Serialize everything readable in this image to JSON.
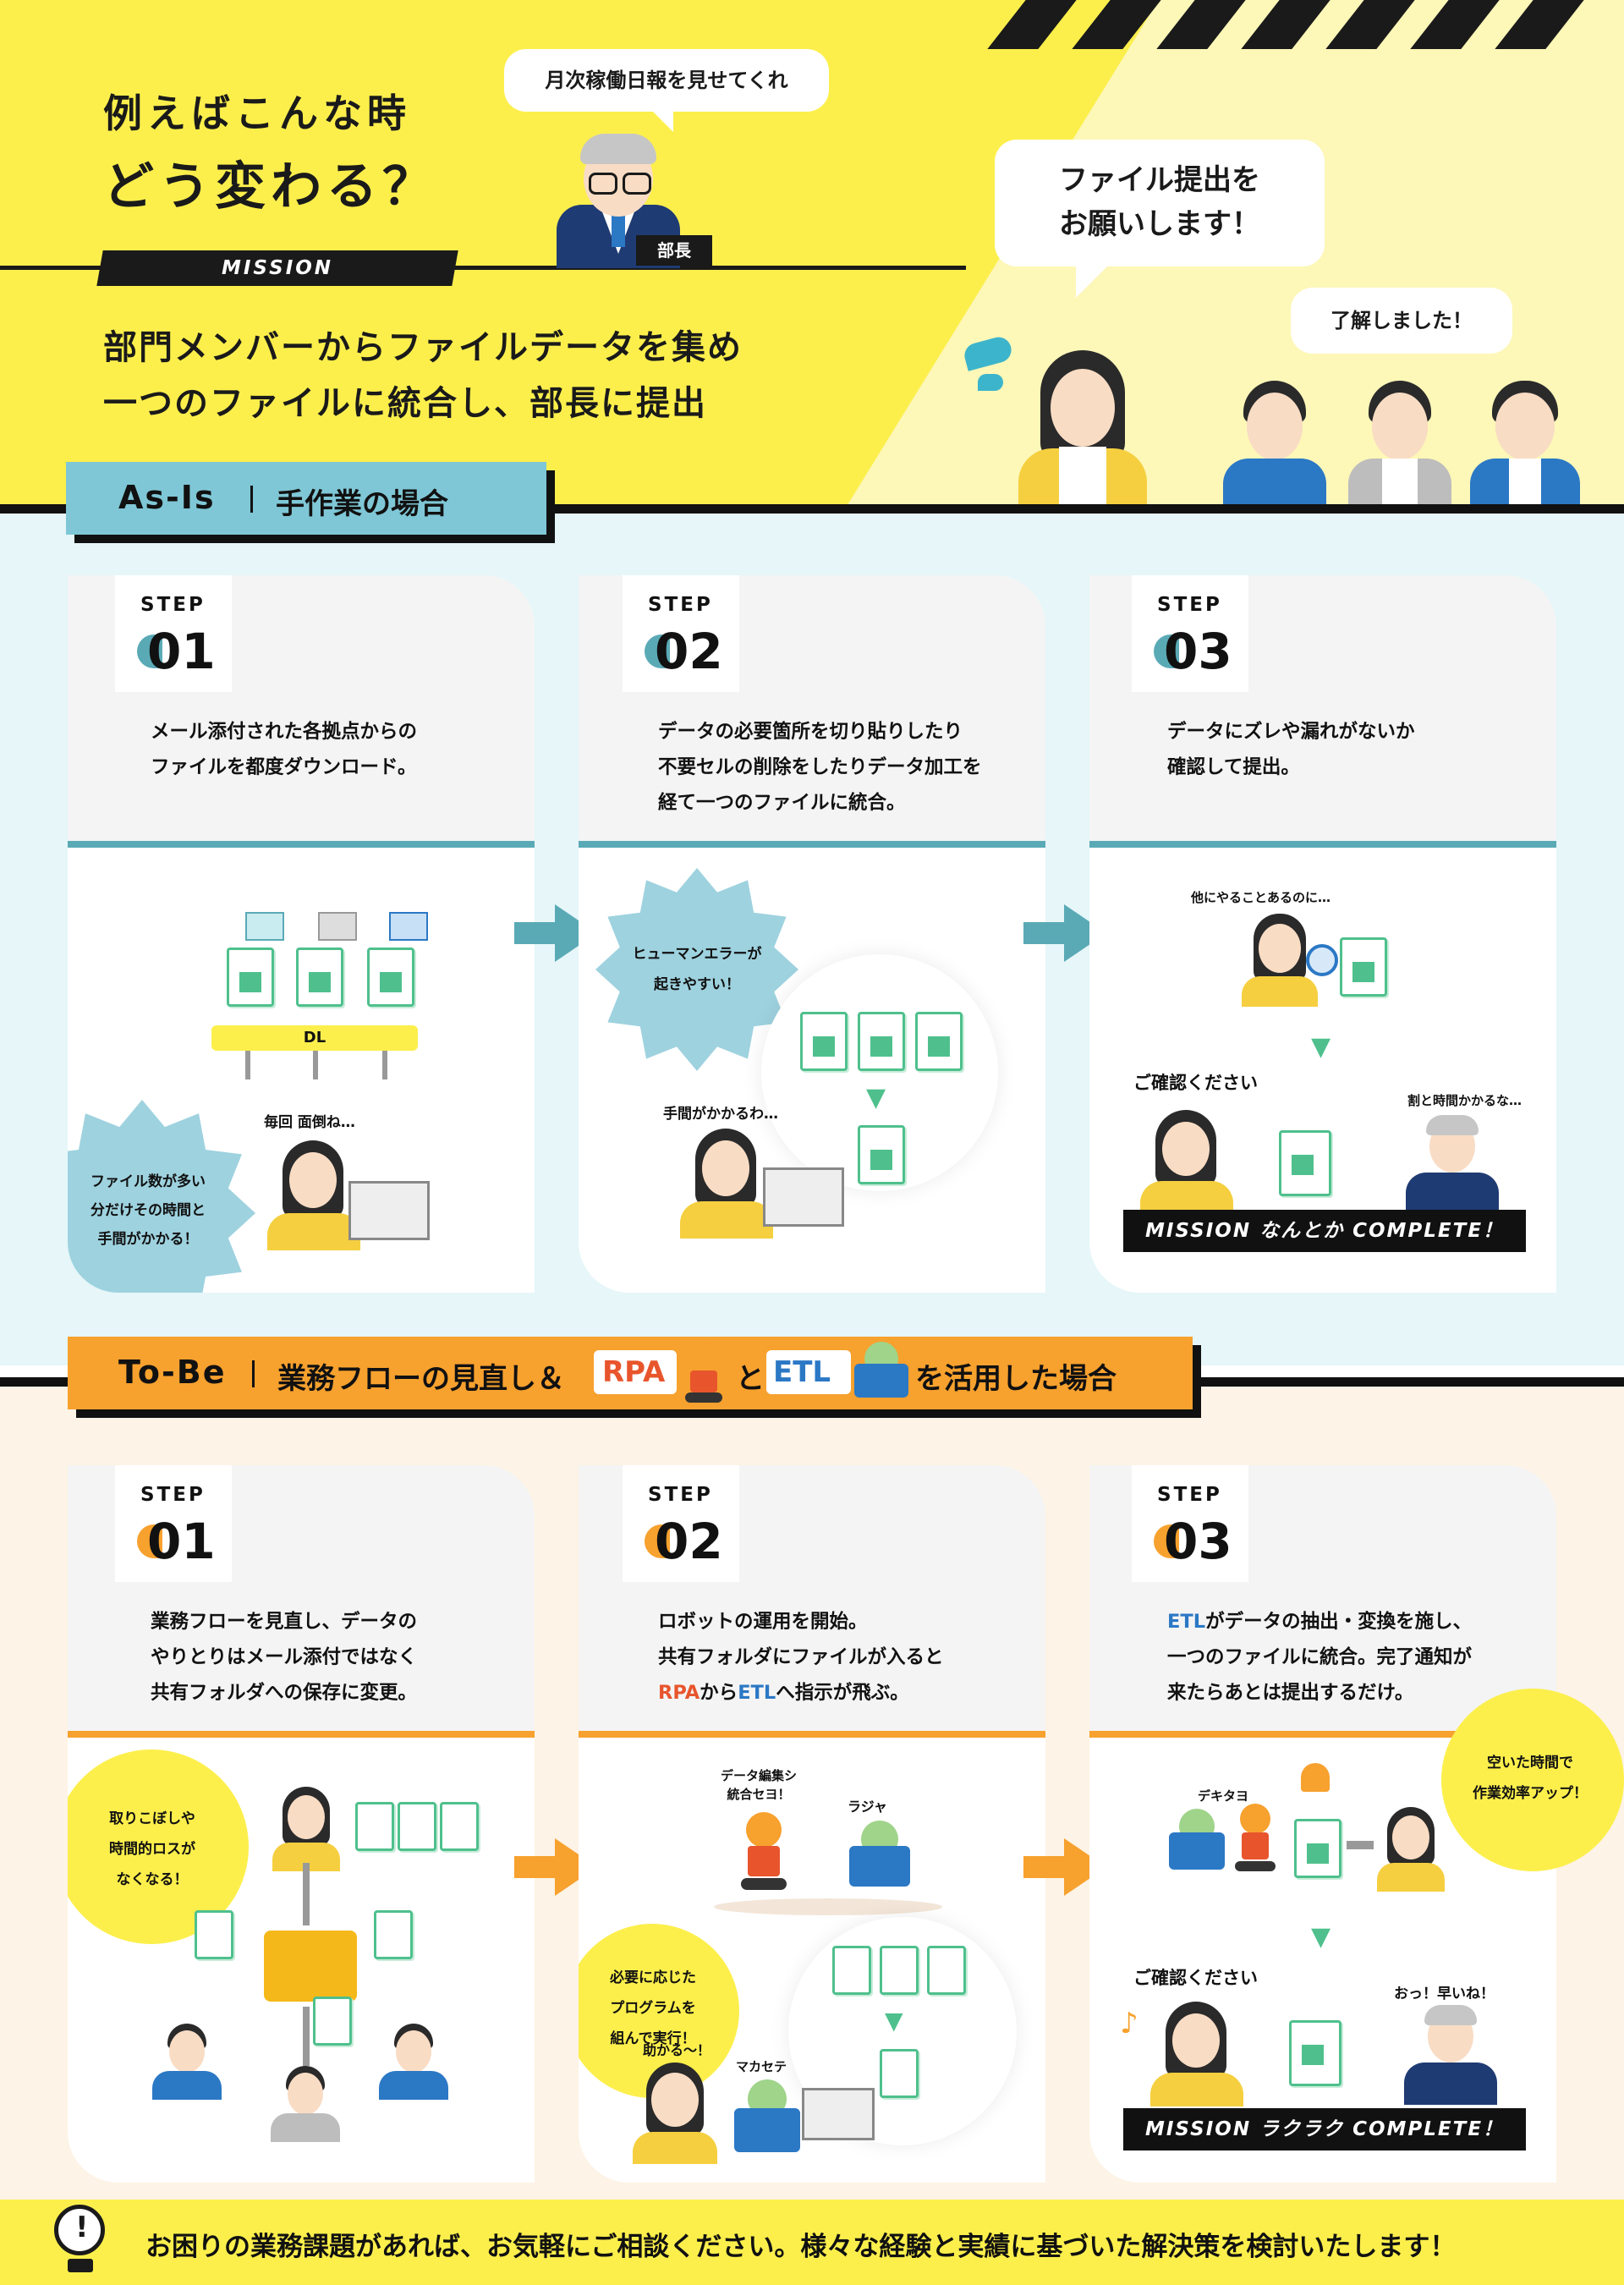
{
  "hero": {
    "title_line1": "例えばこんな時",
    "title_line2": "どう変わる？",
    "mission_label": "MISSION",
    "task_line1": "部門メンバーからファイルデータを集め",
    "task_line2": "一つのファイルに統合し、部長に提出",
    "bubble_boss": "月次稼働日報を見せてくれ",
    "boss_label": "部長",
    "bubble_request_line1": "ファイル提出を",
    "bubble_request_line2": "お願いします！",
    "bubble_reply": "了解しました！"
  },
  "asis": {
    "label": "As-Is",
    "sublabel": "手作業の場合",
    "color": "#7fc7d6",
    "accent": "#5aaab6",
    "steps": [
      {
        "step": "STEP",
        "num": "01",
        "desc": [
          "メール添付された各拠点からの",
          "ファイルを都度ダウンロード。"
        ],
        "dl": "DL",
        "note": "毎回 面倒ね…",
        "burst": [
          "ファイル数が多い",
          "分だけその時間と",
          "手間がかかる！"
        ]
      },
      {
        "step": "STEP",
        "num": "02",
        "desc": [
          "データの必要箇所を切り貼りしたり",
          "不要セルの削除をしたりデータ加工を",
          "経て一つのファイルに統合。"
        ],
        "burst": [
          "ヒューマンエラーが",
          "起きやすい！"
        ],
        "note": "手間がかかるわ…"
      },
      {
        "step": "STEP",
        "num": "03",
        "desc": [
          "データにズレや漏れがないか",
          "確認して提出。"
        ],
        "note_top": "他にやることあるのに…",
        "confirm": "ご確認ください",
        "boss_note": "割と時間かかるな…",
        "complete": "MISSION なんとか COMPLETE！"
      }
    ]
  },
  "tobe": {
    "label": "To-Be",
    "sublabel_pre": "業務フローの見直し＆",
    "rpa": "RPA",
    "to": "と",
    "etl": "ETL",
    "sublabel_post": "を活用した場合",
    "color": "#f7a12e",
    "rpa_color": "#e8552c",
    "etl_color": "#2b78c5",
    "steps": [
      {
        "step": "STEP",
        "num": "01",
        "desc": [
          "業務フローを見直し、データの",
          "やりとりはメール添付ではなく",
          "共有フォルダへの保存に変更。"
        ],
        "circle": [
          "取りこぼしや",
          "時間的ロスが",
          "なくなる！"
        ]
      },
      {
        "step": "STEP",
        "num": "02",
        "desc_1": "ロボットの運用を開始。",
        "desc_2": "共有フォルダにファイルが入ると",
        "desc_3_rpa": "RPA",
        "desc_3_mid": "から",
        "desc_3_etl": "ETL",
        "desc_3_post": "へ指示が飛ぶ。",
        "robot_note_1": "データ編集シ",
        "robot_note_2": "統合セヨ！",
        "robot_reply": "ラジャ",
        "circle": [
          "必要に応じた",
          "プログラムを",
          "組んで実行！"
        ],
        "person_note": "助かる〜！",
        "robot_note_3": "マカセテ"
      },
      {
        "step": "STEP",
        "num": "03",
        "desc_1_etl": "ETL",
        "desc_1_post": "がデータの抽出・変換を施し、",
        "desc_2": "一つのファイルに統合。完了通知が",
        "desc_3": "来たらあとは提出するだけ。",
        "circle": [
          "空いた時間で",
          "作業効率アップ！"
        ],
        "robot_note": "デキタヨ",
        "confirm": "ご確認ください",
        "boss_note": "おっ！早いね！",
        "complete": "MISSION ラクラク COMPLETE！"
      }
    ]
  },
  "footer": {
    "text": "お困りの業務課題があれば、お気軽にご相談ください。様々な経験と実績に基づいた解決策を検討いたします！"
  }
}
